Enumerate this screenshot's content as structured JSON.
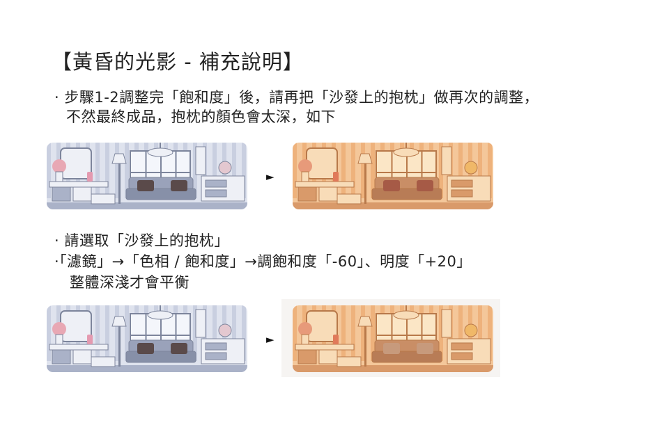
{
  "title": "【黃昏的光影 - 補充說明】",
  "intro": {
    "line1": "· 步驟1-2調整完「飽和度」後，請再把「沙發上的抱枕」做再次的調整，",
    "line2": "不然最終成品，抱枕的顏色會太深，如下"
  },
  "steps": {
    "line1": "· 請選取「沙發上的抱枕」",
    "line2": "·「濾鏡」→「色相 / 飽和度」→調飽和度「-60」、明度「+20」",
    "line3": "整體深淺才會平衡"
  },
  "arrow_glyph": "►",
  "palette": {
    "cool_bg": "#dfe3ee",
    "cool_stripe": "#c9cfe0",
    "cool_line": "#7d859c",
    "warm_bg": "#f4c79a",
    "warm_stripe": "#eeb27c",
    "warm_line": "#b8794a",
    "pillow_dark_before": "#5a4a4a",
    "pillow_dark_after": "#a65a46",
    "pillow_soft_after": "#c79a7c"
  },
  "images": {
    "top_before": "pixel-room-cool-icon",
    "top_after": "pixel-room-warm-dark-pillows-icon",
    "bottom_before": "pixel-room-cool-icon",
    "bottom_after": "pixel-room-warm-balanced-pillows-icon"
  }
}
